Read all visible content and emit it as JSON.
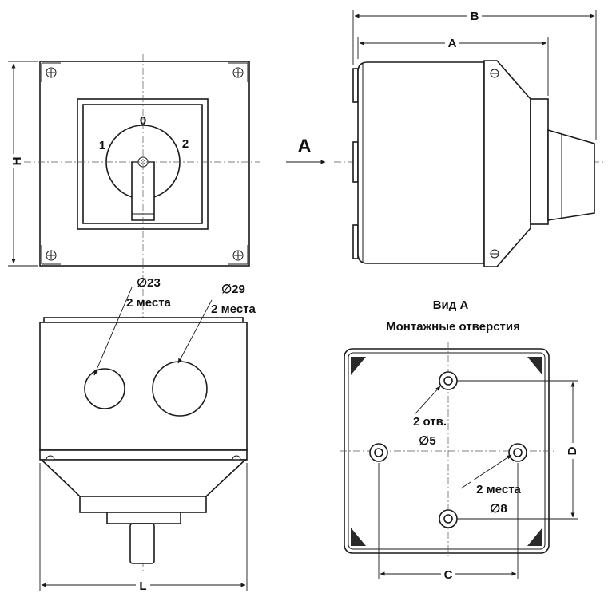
{
  "front_view": {
    "positions": {
      "off": "0",
      "one": "1",
      "two": "2"
    },
    "height_dim": "H"
  },
  "side_view": {
    "view_arrow": "A",
    "depth_dims": {
      "a": "A",
      "b": "B"
    }
  },
  "bottom_view": {
    "hole_small": {
      "diameter": "∅23",
      "count": "2 места"
    },
    "hole_large": {
      "diameter": "∅29",
      "count": "2 места"
    },
    "length_dim": "L"
  },
  "mounting_view": {
    "title": "Вид А",
    "subtitle": "Монтажные отверстия",
    "hole_small": {
      "count": "2 отв.",
      "diameter": "∅5"
    },
    "hole_large": {
      "count": "2 места",
      "diameter": "∅8"
    },
    "width_dim": "C",
    "height_dim": "D"
  }
}
